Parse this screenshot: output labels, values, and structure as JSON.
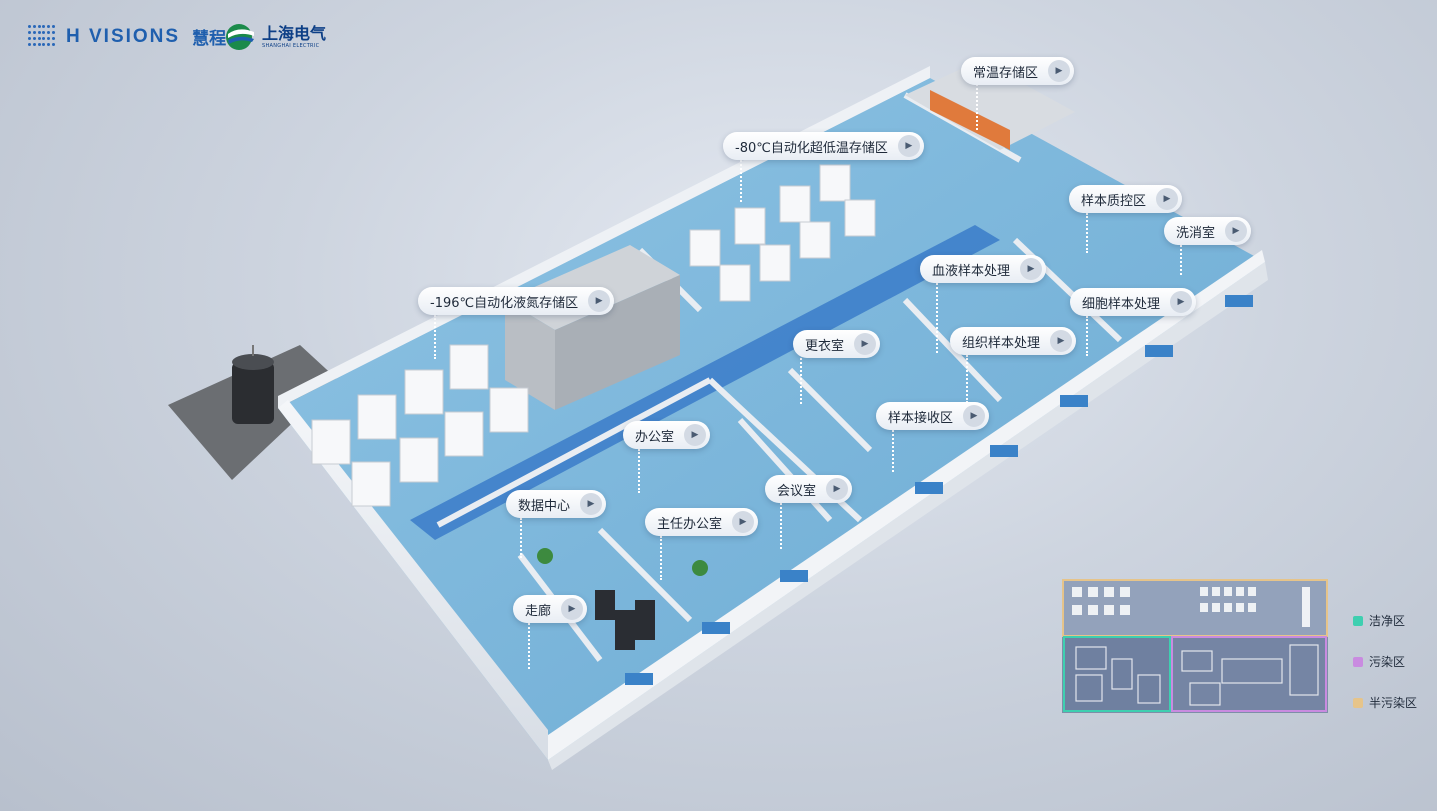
{
  "header": {
    "hv_logo": {
      "latin": "H VISIONS",
      "cn": "慧程"
    },
    "se_logo": {
      "cn": "上海电气",
      "en": "SHANGHAI ELECTRIC"
    }
  },
  "zones": [
    {
      "id": "ambient",
      "label": "常温存储区"
    },
    {
      "id": "ultralow",
      "label": "-80℃自动化超低温存储区"
    },
    {
      "id": "qc",
      "label": "样本质控区"
    },
    {
      "id": "wash",
      "label": "洗消室"
    },
    {
      "id": "blood",
      "label": "血液样本处理"
    },
    {
      "id": "cell",
      "label": "细胞样本处理"
    },
    {
      "id": "ln2",
      "label": "-196℃自动化液氮存储区"
    },
    {
      "id": "changing",
      "label": "更衣室"
    },
    {
      "id": "tissue",
      "label": "组织样本处理"
    },
    {
      "id": "reception",
      "label": "样本接收区"
    },
    {
      "id": "office",
      "label": "办公室"
    },
    {
      "id": "meeting",
      "label": "会议室"
    },
    {
      "id": "datacenter",
      "label": "数据中心"
    },
    {
      "id": "director",
      "label": "主任办公室"
    },
    {
      "id": "corridor",
      "label": "走廊"
    }
  ],
  "legend": [
    {
      "label": "洁净区",
      "color": "#3ecfb0"
    },
    {
      "label": "污染区",
      "color": "#c98be0"
    },
    {
      "label": "半污染区",
      "color": "#e6c48a"
    }
  ],
  "icons": {
    "zone_arrow": "play-arrow-icon"
  }
}
